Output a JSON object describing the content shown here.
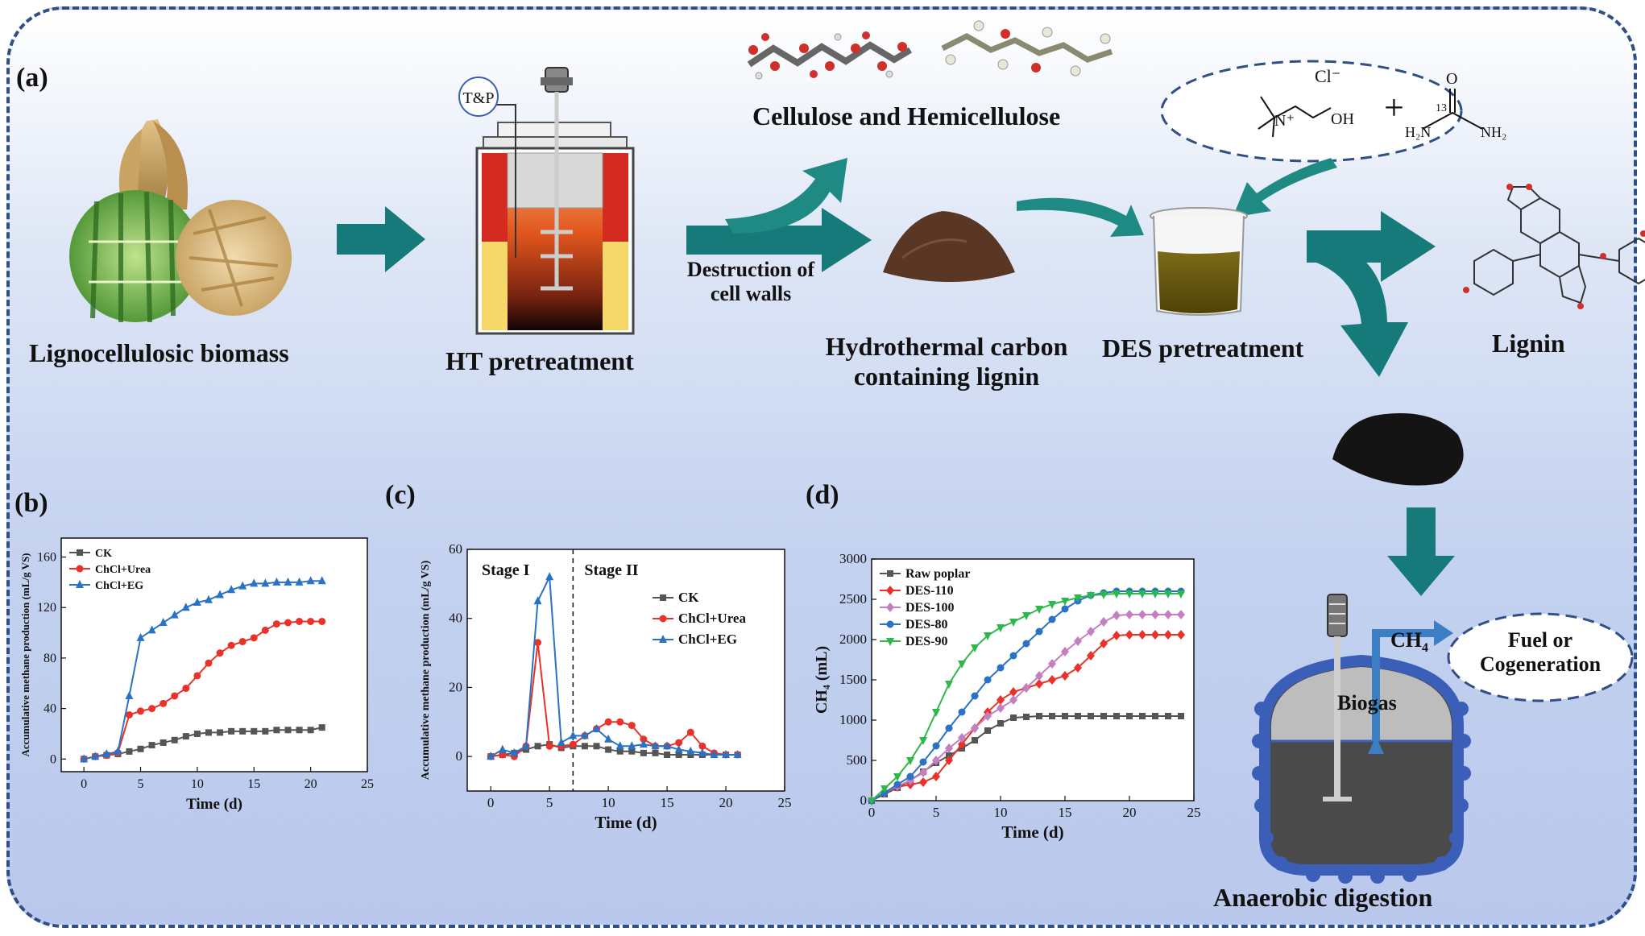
{
  "panel_labels": {
    "a": "(a)",
    "b": "(b)",
    "c": "(c)",
    "d": "(d)"
  },
  "labels": {
    "biomass": "Lignocellulosic biomass",
    "ht": "HT pretreatment",
    "tp": "T&P",
    "destruction_1": "Destruction of",
    "destruction_2": "cell walls",
    "cellulose": "Cellulose and Hemicellulose",
    "hydrochar_1": "Hydrothermal carbon",
    "hydrochar_2": "containing lignin",
    "des": "DES pretreatment",
    "lignin": "Lignin",
    "anaerobic": "Anaerobic digestion",
    "biogas": "Biogas",
    "ch4": "CH",
    "ch4_sub": "4",
    "fuel_1": "Fuel or",
    "fuel_2": "Cogeneration",
    "des_chem": {
      "cl": "Cl⁻",
      "n": "N⁺",
      "oh": "OH",
      "plus": "+",
      "o": "O",
      "c13": "13",
      "nh2_left": "H₂N",
      "nh2_right": "NH₂"
    }
  },
  "colors": {
    "arrow": "#16797a",
    "frame": "#2f4f86",
    "ck": "#555555",
    "urea": "#e8322a",
    "eg": "#2a72c4",
    "des100": "#c47fc0",
    "des90": "#2fb84a",
    "reactor": "#3b5fb8"
  },
  "chart_data": [
    {
      "id": "b",
      "type": "line",
      "xlabel": "Time (d)",
      "ylabel": "Accumulative methane production (mL/g VS)",
      "xlim": [
        -2,
        25
      ],
      "ylim": [
        -10,
        175
      ],
      "xticks": [
        0,
        5,
        10,
        15,
        20,
        25
      ],
      "yticks": [
        0,
        40,
        80,
        120,
        160
      ],
      "legend_position": "top-left",
      "series": [
        {
          "name": "CK",
          "marker": "square",
          "color": "#555555",
          "x": [
            0,
            1,
            2,
            3,
            4,
            5,
            6,
            7,
            8,
            9,
            10,
            11,
            12,
            13,
            14,
            15,
            16,
            17,
            18,
            19,
            20,
            21
          ],
          "y": [
            0,
            2,
            3,
            4,
            6,
            8,
            11,
            13,
            15,
            18,
            20,
            21,
            21,
            22,
            22,
            22,
            22,
            23,
            23,
            23,
            23,
            25
          ]
        },
        {
          "name": "ChCl+Urea",
          "marker": "circle",
          "color": "#e8322a",
          "x": [
            0,
            1,
            2,
            3,
            4,
            5,
            6,
            7,
            8,
            9,
            10,
            11,
            12,
            13,
            14,
            15,
            16,
            17,
            18,
            19,
            20,
            21
          ],
          "y": [
            0,
            2,
            3,
            5,
            35,
            38,
            40,
            44,
            50,
            56,
            66,
            76,
            84,
            90,
            93,
            96,
            102,
            107,
            108,
            109,
            109,
            109
          ]
        },
        {
          "name": "ChCl+EG",
          "marker": "triangle",
          "color": "#2a72c4",
          "x": [
            0,
            1,
            2,
            3,
            4,
            5,
            6,
            7,
            8,
            9,
            10,
            11,
            12,
            13,
            14,
            15,
            16,
            17,
            18,
            19,
            20,
            21
          ],
          "y": [
            0,
            2,
            4,
            6,
            50,
            96,
            102,
            108,
            114,
            120,
            124,
            126,
            130,
            134,
            137,
            139,
            139,
            140,
            140,
            140,
            141,
            141
          ]
        }
      ]
    },
    {
      "id": "c",
      "type": "line",
      "xlabel": "Time (d)",
      "ylabel": "Accumulative methane production (mL/g VS)",
      "xlim": [
        -2,
        25
      ],
      "ylim": [
        -10,
        60
      ],
      "xticks": [
        0,
        5,
        10,
        15,
        20,
        25
      ],
      "yticks": [
        0,
        20,
        40,
        60
      ],
      "legend_position": "right",
      "stage_divider_x": 7,
      "stage_labels": [
        "Stage I",
        "Stage II"
      ],
      "series": [
        {
          "name": "CK",
          "marker": "square",
          "color": "#555555",
          "x": [
            0,
            1,
            2,
            3,
            4,
            5,
            6,
            7,
            8,
            9,
            10,
            11,
            12,
            13,
            14,
            15,
            16,
            17,
            18,
            19,
            20,
            21
          ],
          "y": [
            0,
            0.5,
            1,
            2,
            3,
            3.5,
            2.5,
            3,
            3,
            3,
            2,
            1.5,
            1.5,
            1,
            1,
            0.5,
            0.5,
            0.5,
            0.5,
            0.5,
            0.5,
            0.5
          ]
        },
        {
          "name": "ChCl+Urea",
          "marker": "circle",
          "color": "#e8322a",
          "x": [
            0,
            1,
            2,
            3,
            4,
            5,
            6,
            7,
            8,
            9,
            10,
            11,
            12,
            13,
            14,
            15,
            16,
            17,
            18,
            19,
            20,
            21
          ],
          "y": [
            0,
            0.5,
            0,
            3,
            33,
            3,
            3,
            3.5,
            6,
            8,
            10,
            10,
            9,
            5,
            3,
            3,
            4,
            7,
            3,
            1,
            0.5,
            0.5
          ]
        },
        {
          "name": "ChCl+EG",
          "marker": "triangle",
          "color": "#2a72c4",
          "x": [
            0,
            1,
            2,
            3,
            4,
            5,
            6,
            7,
            8,
            9,
            10,
            11,
            12,
            13,
            14,
            15,
            16,
            17,
            18,
            19,
            20,
            21
          ],
          "y": [
            0,
            2,
            1,
            3,
            45,
            52,
            4,
            6,
            6,
            8,
            5,
            3,
            3,
            3.5,
            3,
            3,
            2,
            1.5,
            1,
            0.5,
            0.5,
            0.5
          ]
        }
      ]
    },
    {
      "id": "d",
      "type": "line",
      "xlabel": "Time (d)",
      "ylabel": "CH₄ (mL)",
      "xlim": [
        0,
        25
      ],
      "ylim": [
        0,
        3000
      ],
      "xticks": [
        0,
        5,
        10,
        15,
        20,
        25
      ],
      "yticks": [
        0,
        500,
        1000,
        1500,
        2000,
        2500,
        3000
      ],
      "legend_position": "top-left",
      "series": [
        {
          "name": "Raw poplar",
          "marker": "square",
          "color": "#555555",
          "x": [
            0,
            1,
            2,
            3,
            4,
            5,
            6,
            7,
            8,
            9,
            10,
            11,
            12,
            13,
            14,
            15,
            16,
            17,
            18,
            19,
            20,
            21,
            22,
            23,
            24
          ],
          "y": [
            0,
            80,
            160,
            250,
            360,
            470,
            560,
            650,
            750,
            870,
            960,
            1030,
            1040,
            1050,
            1050,
            1050,
            1050,
            1050,
            1050,
            1050,
            1050,
            1050,
            1050,
            1050,
            1050
          ]
        },
        {
          "name": "DES-110",
          "marker": "diamond",
          "color": "#e8322a",
          "x": [
            0,
            1,
            2,
            3,
            4,
            5,
            6,
            7,
            8,
            9,
            10,
            11,
            12,
            13,
            14,
            15,
            16,
            17,
            18,
            19,
            20,
            21,
            22,
            23,
            24
          ],
          "y": [
            0,
            100,
            170,
            200,
            230,
            300,
            500,
            700,
            900,
            1100,
            1250,
            1350,
            1400,
            1450,
            1500,
            1550,
            1650,
            1800,
            1950,
            2050,
            2060,
            2060,
            2060,
            2060,
            2060
          ]
        },
        {
          "name": "DES-100",
          "marker": "diamond",
          "color": "#c47fc0",
          "x": [
            0,
            1,
            2,
            3,
            4,
            5,
            6,
            7,
            8,
            9,
            10,
            11,
            12,
            13,
            14,
            15,
            16,
            17,
            18,
            19,
            20,
            21,
            22,
            23,
            24
          ],
          "y": [
            0,
            100,
            180,
            250,
            350,
            500,
            650,
            780,
            900,
            1050,
            1150,
            1250,
            1400,
            1550,
            1700,
            1850,
            1980,
            2100,
            2220,
            2300,
            2310,
            2310,
            2310,
            2310,
            2310
          ]
        },
        {
          "name": "DES-80",
          "marker": "circle",
          "color": "#2a72c4",
          "x": [
            0,
            1,
            2,
            3,
            4,
            5,
            6,
            7,
            8,
            9,
            10,
            11,
            12,
            13,
            14,
            15,
            16,
            17,
            18,
            19,
            20,
            21,
            22,
            23,
            24
          ],
          "y": [
            0,
            100,
            200,
            300,
            480,
            680,
            900,
            1100,
            1300,
            1500,
            1650,
            1800,
            1950,
            2100,
            2250,
            2380,
            2480,
            2550,
            2580,
            2600,
            2600,
            2600,
            2600,
            2600,
            2600
          ]
        },
        {
          "name": "DES-90",
          "marker": "triangle-down",
          "color": "#2fb84a",
          "x": [
            0,
            1,
            2,
            3,
            4,
            5,
            6,
            7,
            8,
            9,
            10,
            11,
            12,
            13,
            14,
            15,
            16,
            17,
            18,
            19,
            20,
            21,
            22,
            23,
            24
          ],
          "y": [
            0,
            150,
            300,
            500,
            750,
            1100,
            1450,
            1700,
            1900,
            2050,
            2150,
            2220,
            2300,
            2380,
            2440,
            2480,
            2520,
            2550,
            2560,
            2570,
            2570,
            2570,
            2570,
            2570,
            2570
          ]
        }
      ]
    }
  ]
}
